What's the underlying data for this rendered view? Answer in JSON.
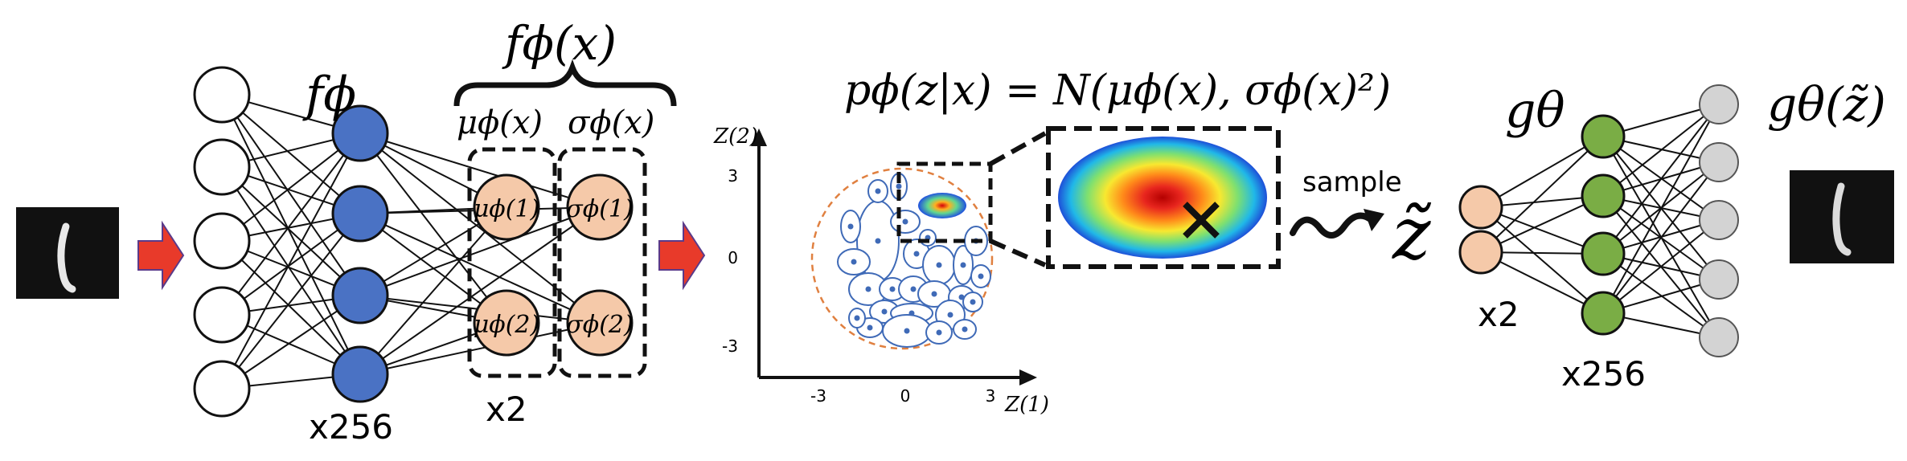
{
  "colors": {
    "input_layer": "#ffffff",
    "hidden_layer": "#4a72c4",
    "latent_param": "#f5c9a9",
    "decoder_hidden": "#7aad45",
    "decoder_output": "#d3d3d3",
    "arrow": "#e83a2a",
    "posterior_ellipse": "#3f6ab7",
    "prior_circle": "#e08040"
  },
  "encoder": {
    "label": "fϕ",
    "output_label": "fϕ(x)",
    "hidden_multiplier": "x256",
    "mu_label": "μϕ(x)",
    "sigma_label": "σϕ(x)",
    "mu1": "μϕ(1)",
    "mu2": "μϕ(2)",
    "sigma1": "σϕ(1)",
    "sigma2": "σϕ(2)",
    "latent_multiplier": "x2"
  },
  "latent_plot": {
    "y_axis_label": "Z(2)",
    "x_axis_label": "Z(1)",
    "x_ticks": [
      "-3",
      "0",
      "3"
    ],
    "y_ticks": [
      "3",
      "0",
      "-3"
    ],
    "posterior_formula": "pϕ(z|x) = N(μϕ(x), σϕ(x)²)"
  },
  "sampling": {
    "label": "sample",
    "z_tilde": "z̃"
  },
  "decoder": {
    "label": "gθ",
    "output_label": "gθ(z̃)",
    "input_multiplier": "x2",
    "hidden_multiplier": "x256"
  }
}
